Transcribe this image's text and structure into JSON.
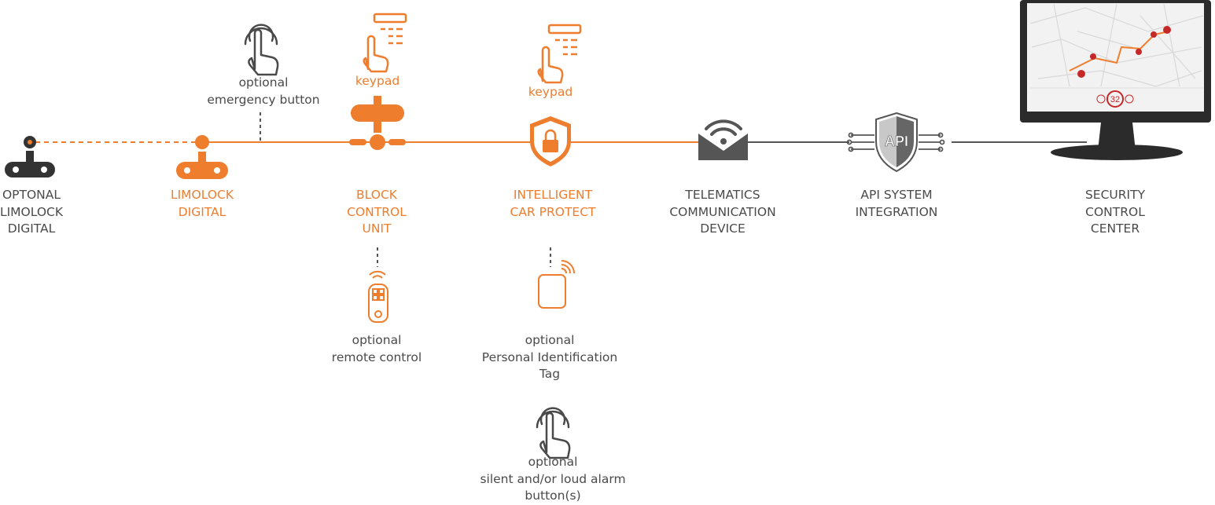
{
  "colors": {
    "accent": "#ee7d2e",
    "gray": "#4a4a4a",
    "dark": "#2b2b2b"
  },
  "nodes": [
    {
      "id": "optional-limolock",
      "label": "OPTONAL\nLIMOLOCK\nDIGITAL",
      "icon": "limolock-icon"
    },
    {
      "id": "limolock-digital",
      "label": "LIMOLOCK\nDIGITAL",
      "icon": "limolock-icon"
    },
    {
      "id": "block-control-unit",
      "label": "BLOCK\nCONTROL\nUNIT",
      "icon": "block-control-icon"
    },
    {
      "id": "intelligent-car-protect",
      "label": "INTELLIGENT\nCAR PROTECT",
      "icon": "shield-lock-icon"
    },
    {
      "id": "telematics-device",
      "label": "TELEMATICS\nCOMMUNICATION\nDEVICE",
      "icon": "wifi-envelope-icon"
    },
    {
      "id": "api-integration",
      "label": "API SYSTEM\nINTEGRATION",
      "icon": "api-shield-icon",
      "icon_text": "API"
    },
    {
      "id": "security-control-center",
      "label": "SECURITY\nCONTROL\nCENTER",
      "icon": "monitor-icon"
    }
  ],
  "keypads": [
    {
      "label": "keypad",
      "icon": "keypad-hand-icon"
    },
    {
      "label": "keypad",
      "icon": "keypad-hand-icon"
    }
  ],
  "optionals": [
    {
      "id": "emergency-button",
      "label": "optional\nemergency button",
      "icon": "touch-hand-icon"
    },
    {
      "id": "remote-control",
      "label": "optional\nremote control",
      "icon": "remote-control-icon"
    },
    {
      "id": "id-tag",
      "label": "optional\nPersonal Identification\nTag",
      "icon": "id-tag-icon"
    },
    {
      "id": "alarm-button",
      "label": "optional\nsilent and/or loud alarm\nbutton(s)",
      "icon": "touch-hand-icon"
    }
  ],
  "monitor": {
    "counter": "32"
  }
}
